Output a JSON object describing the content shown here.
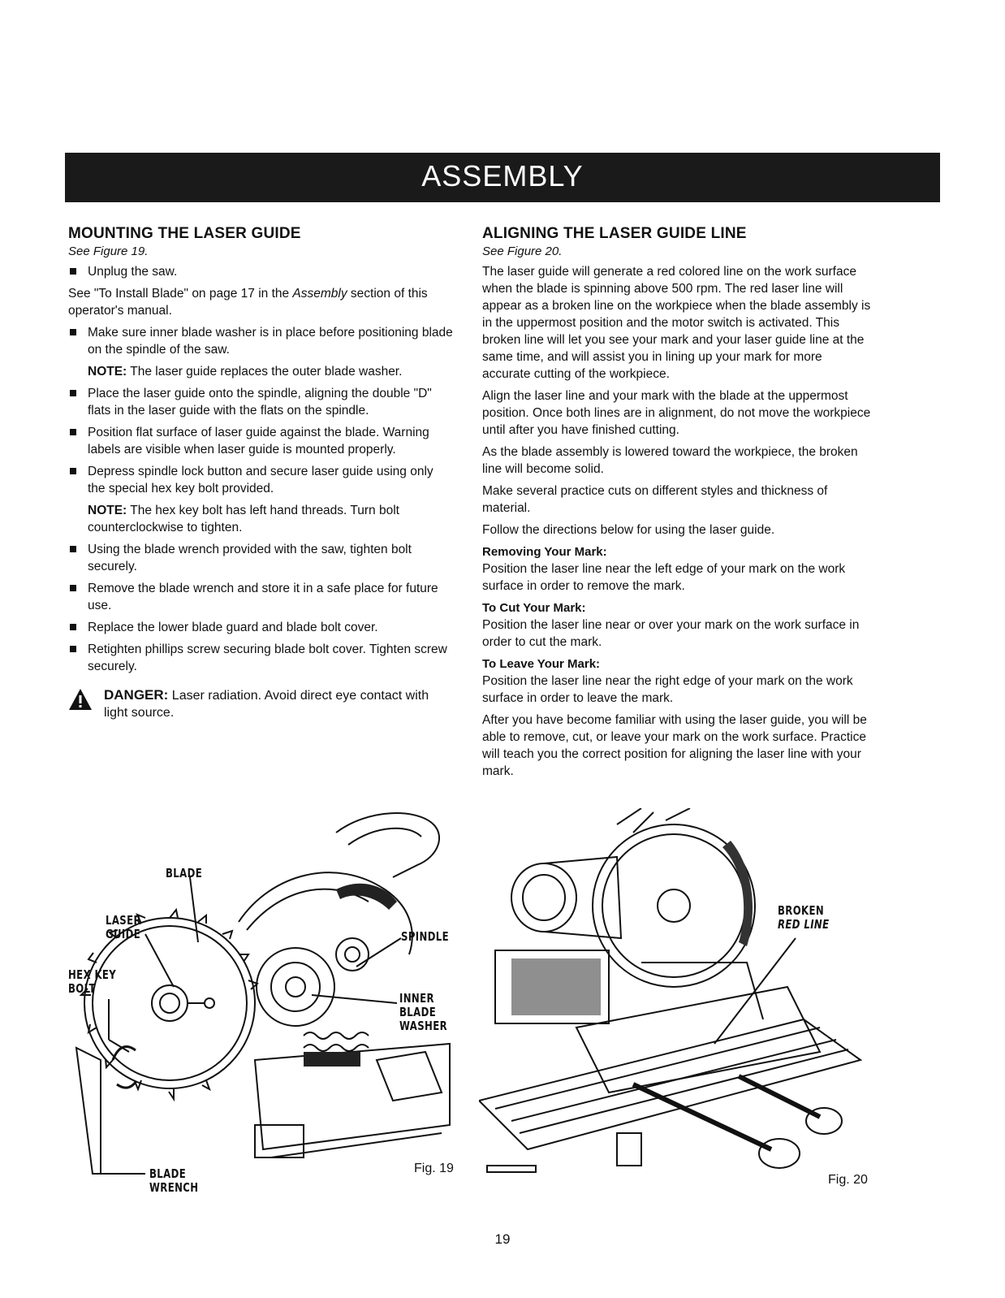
{
  "header": {
    "title": "ASSEMBLY"
  },
  "left": {
    "heading": "MOUNTING THE LASER GUIDE",
    "see_figure": "See Figure 19.",
    "bullet_unplug": "Unplug the saw.",
    "para_install_pre": "See \"To Install Blade\" on page 17 in the ",
    "para_install_em": "Assembly",
    "para_install_post": " section of this operator's manual.",
    "bullet_washer": "Make sure inner blade washer is in place before positioning blade on the spindle of the saw.",
    "note1_label": "NOTE:",
    "note1_text": " The laser guide replaces the outer blade washer.",
    "bullet_place": "Place the laser guide onto the spindle, aligning the double \"D\" flats in the laser guide with the flats on the spindle.",
    "bullet_position": "Position flat surface of laser guide against the blade. Warning labels are visible when laser guide is mounted properly.",
    "bullet_depress": "Depress spindle lock button and secure laser guide using only the special hex key bolt provided.",
    "note2_label": "NOTE:",
    "note2_text": " The hex key bolt has left hand threads. Turn bolt counterclockwise to tighten.",
    "bullet_wrench": "Using the blade wrench provided with the saw, tighten bolt securely.",
    "bullet_remove": "Remove the blade wrench and store it in a safe place for future use.",
    "bullet_replace": "Replace the lower blade guard and blade bolt cover.",
    "bullet_retighten": "Retighten phillips screw securing blade bolt cover. Tighten screw securely.",
    "danger_label": "DANGER:",
    "danger_text": " Laser radiation. Avoid direct eye contact with light source."
  },
  "right": {
    "heading": "ALIGNING THE LASER GUIDE LINE",
    "see_figure": "See Figure 20.",
    "p1": "The laser guide will generate a red colored line on the work surface when the blade is spinning above 500 rpm. The red laser line will appear as a broken line on the workpiece when the blade assembly is in the uppermost position and the motor switch is activated. This broken line will let you see your mark and your laser guide line at the same time, and will assist you in lining up your mark for more accurate cutting of the workpiece.",
    "p2": "Align the laser line and your mark with the blade at the uppermost position. Once both lines are in alignment, do not move the workpiece until after you have finished cutting.",
    "p3": "As the blade assembly is lowered toward the workpiece, the broken line will become solid.",
    "p4": "Make several practice cuts on different styles and thickness of material.",
    "p5": "Follow the directions below for using the laser guide.",
    "sub_remove": "Removing Your Mark:",
    "p_remove": "Position the laser line near the left edge of your mark on the work surface in order to remove the mark.",
    "sub_cut": "To Cut Your Mark:",
    "p_cut": "Position the laser line near or over your mark on the work surface in order to cut the mark.",
    "sub_leave": "To Leave Your Mark:",
    "p_leave": "Position the laser line near the right edge of your mark on the work surface in order to leave the mark.",
    "p_final": "After you have become familiar with using the laser guide, you will be able to remove, cut, or leave your mark on the work surface. Practice will teach you the correct position for aligning the laser line with your mark."
  },
  "fig19": {
    "label": "Fig. 19",
    "blade": "BLADE",
    "laser_1": "LASER",
    "laser_2": "GUIDE",
    "hex_1": "HEX KEY",
    "hex_2": "BOLT",
    "spindle": "SPINDLE",
    "inner_1": "INNER",
    "inner_2": "BLADE",
    "inner_3": "WASHER",
    "wrench_1": "BLADE",
    "wrench_2": "WRENCH"
  },
  "fig20": {
    "label": "Fig. 20",
    "broken_1": "BROKEN",
    "broken_2": "RED LINE"
  },
  "footer": {
    "page_number": "19"
  }
}
